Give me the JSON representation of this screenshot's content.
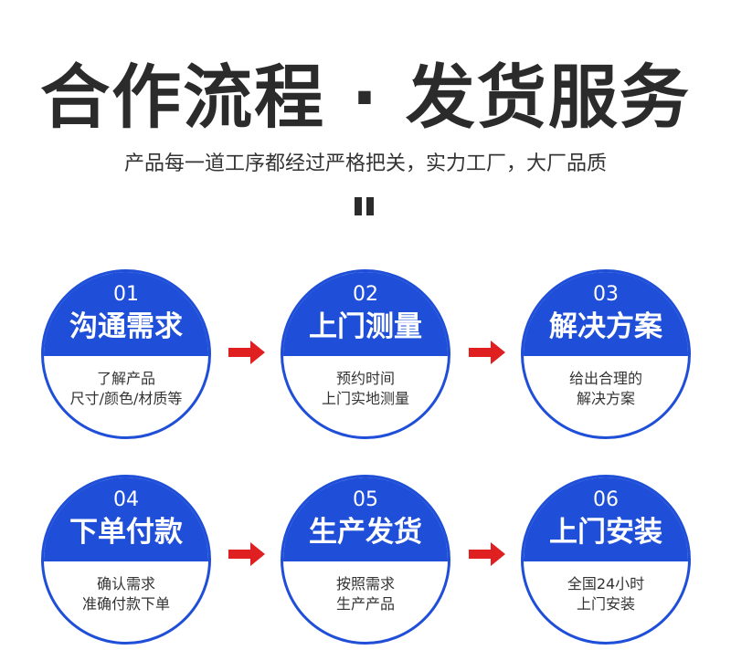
{
  "header": {
    "title": "合作流程 · 发货服务",
    "subtitle": "产品每一道工序都经过严格把关，实力工厂，大厂品质"
  },
  "colors": {
    "accent": "#1f4fd8",
    "arrow": "#e02020",
    "title_text": "#2b2b2b"
  },
  "steps": [
    {
      "num": "01",
      "name": "沟通需求",
      "line1": "了解产品",
      "line2": "尺寸/颜色/材质等"
    },
    {
      "num": "02",
      "name": "上门测量",
      "line1": "预约时间",
      "line2": "上门实地测量"
    },
    {
      "num": "03",
      "name": "解决方案",
      "line1": "给出合理的",
      "line2": "解决方案"
    },
    {
      "num": "04",
      "name": "下单付款",
      "line1": "确认需求",
      "line2": "准确付款下单"
    },
    {
      "num": "05",
      "name": "生产发货",
      "line1": "按照需求",
      "line2": "生产产品"
    },
    {
      "num": "06",
      "name": "上门安装",
      "line1": "全国24小时",
      "line2": "上门安装"
    }
  ],
  "icons": {
    "divider": "pause-icon",
    "connector": "arrow-right-icon"
  }
}
